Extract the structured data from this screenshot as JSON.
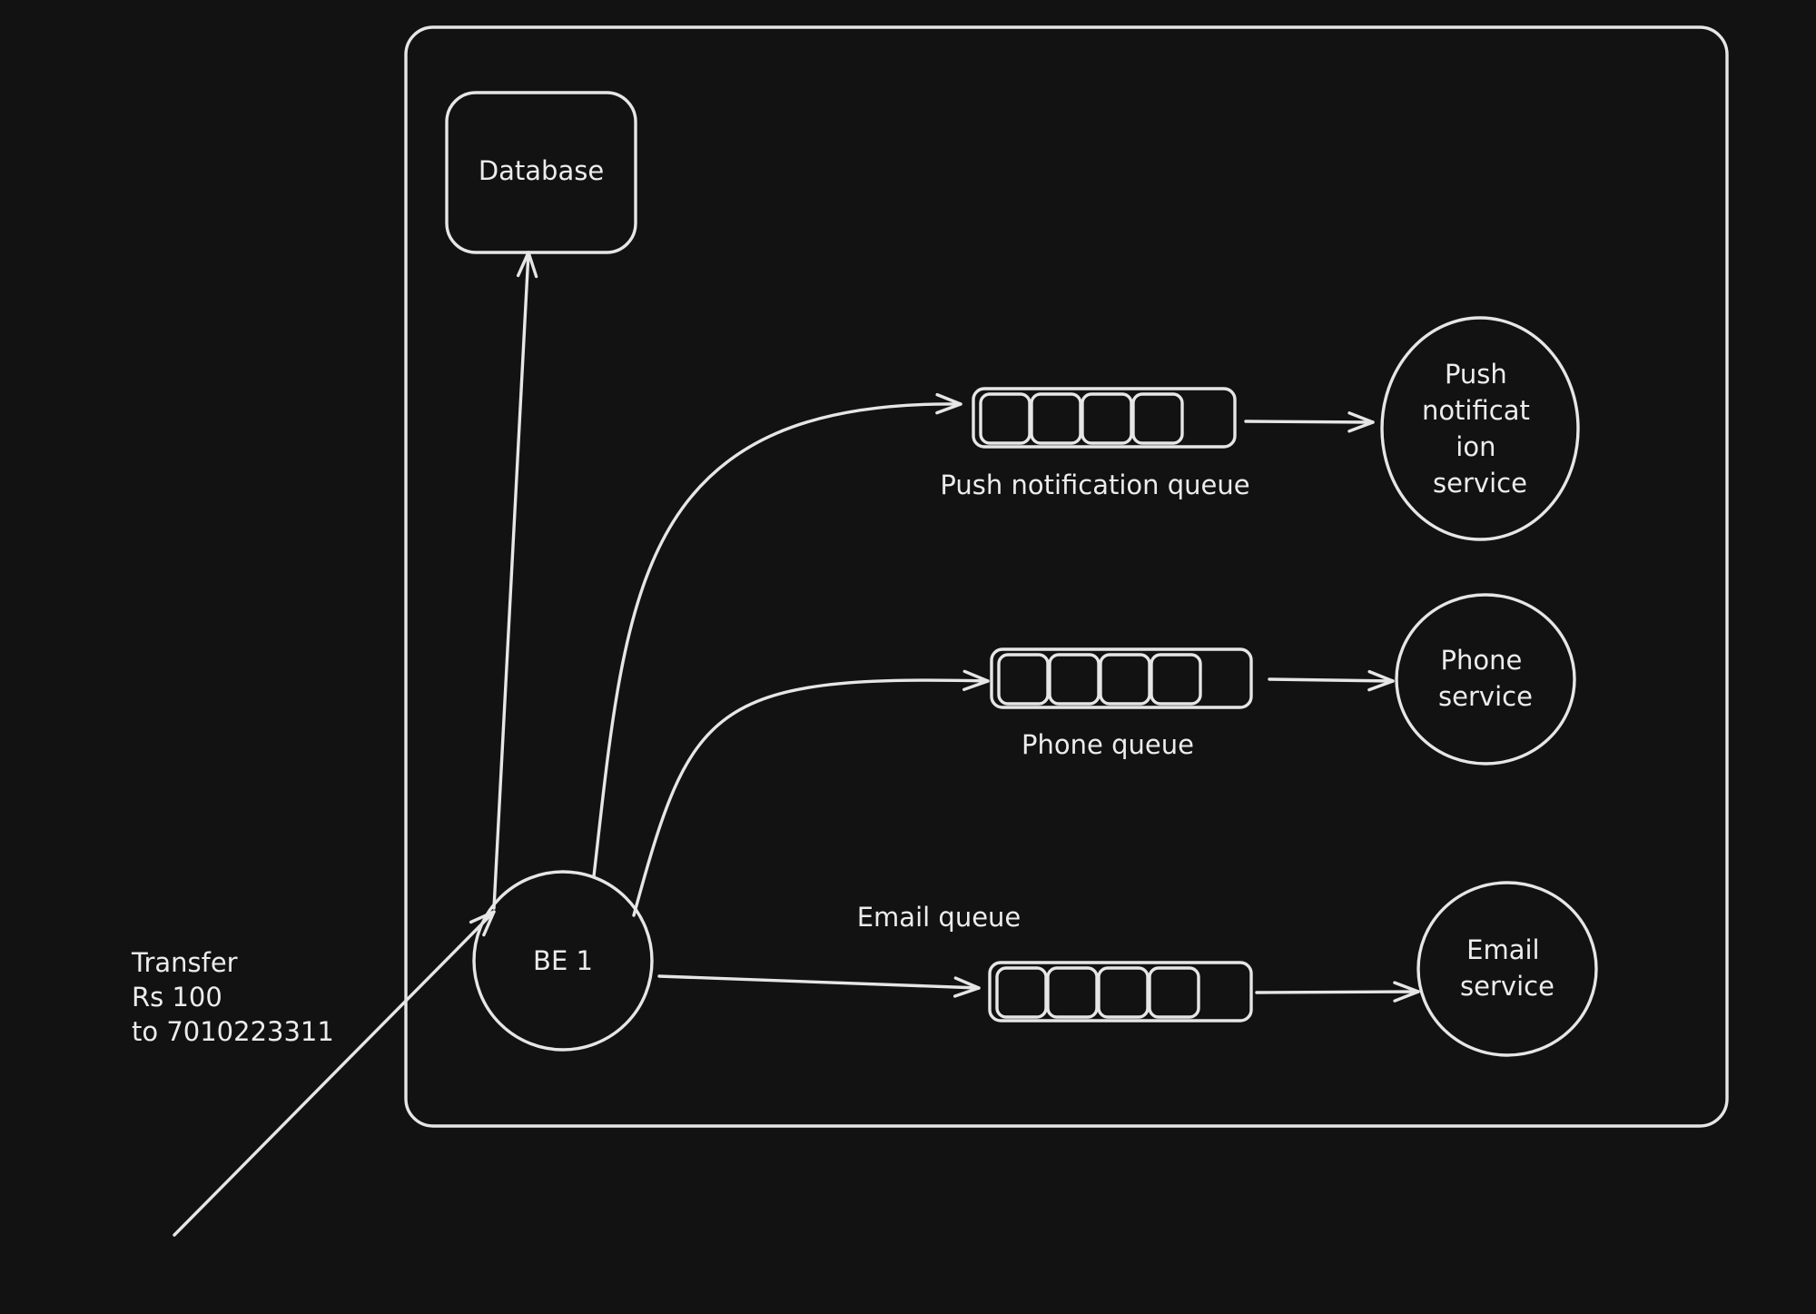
{
  "colors": {
    "background": "#121212",
    "stroke": "#e6e6e6",
    "text": "#ececec"
  },
  "nodes": {
    "database": {
      "label": "Database"
    },
    "backend": {
      "label": "BE 1"
    },
    "push_service": {
      "lines": [
        "Push",
        "notificat",
        "ion",
        "service"
      ]
    },
    "phone_service": {
      "lines": [
        "Phone",
        "service"
      ]
    },
    "email_service": {
      "lines": [
        "Email",
        "service"
      ]
    }
  },
  "queues": {
    "push": {
      "label": "Push notification queue",
      "slots": 4
    },
    "phone": {
      "label": "Phone queue",
      "slots": 4
    },
    "email": {
      "label": "Email queue",
      "slots": 4
    }
  },
  "request": {
    "lines": [
      "Transfer",
      "Rs 100",
      "to 7010223311"
    ]
  }
}
